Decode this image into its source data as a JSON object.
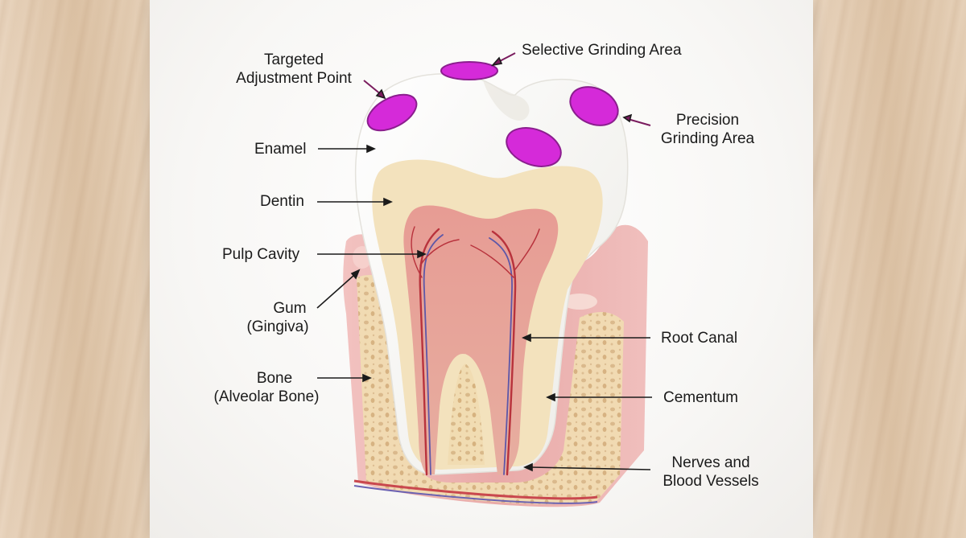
{
  "labels": {
    "selective_grinding": "Selective Grinding Area",
    "targeted_line1": "Targeted",
    "targeted_line2": "Adjustment Point",
    "precision_line1": "Precision",
    "precision_line2": "Grinding Area",
    "enamel": "Enamel",
    "dentin": "Dentin",
    "pulp_cavity": "Pulp Cavity",
    "gum_line1": "Gum",
    "gum_line2": "(Gingiva)",
    "bone_line1": "Bone",
    "bone_line2": "(Alveolar Bone)",
    "root_canal": "Root Canal",
    "cementum": "Cementum",
    "nerves_line1": "Nerves and",
    "nerves_line2": "Blood Vessels"
  },
  "colors": {
    "grinding_marker": "#d52ad9",
    "enamel": "#fbfaf7",
    "dentin": "#f3e2bd",
    "pulp": "#e9a8a0",
    "gum": "#eab2b0",
    "bone": "#f0dcb4",
    "nerve_red": "#b8323c",
    "nerve_blue": "#5d57a8",
    "arrow_purple": "#7a1c5e"
  }
}
